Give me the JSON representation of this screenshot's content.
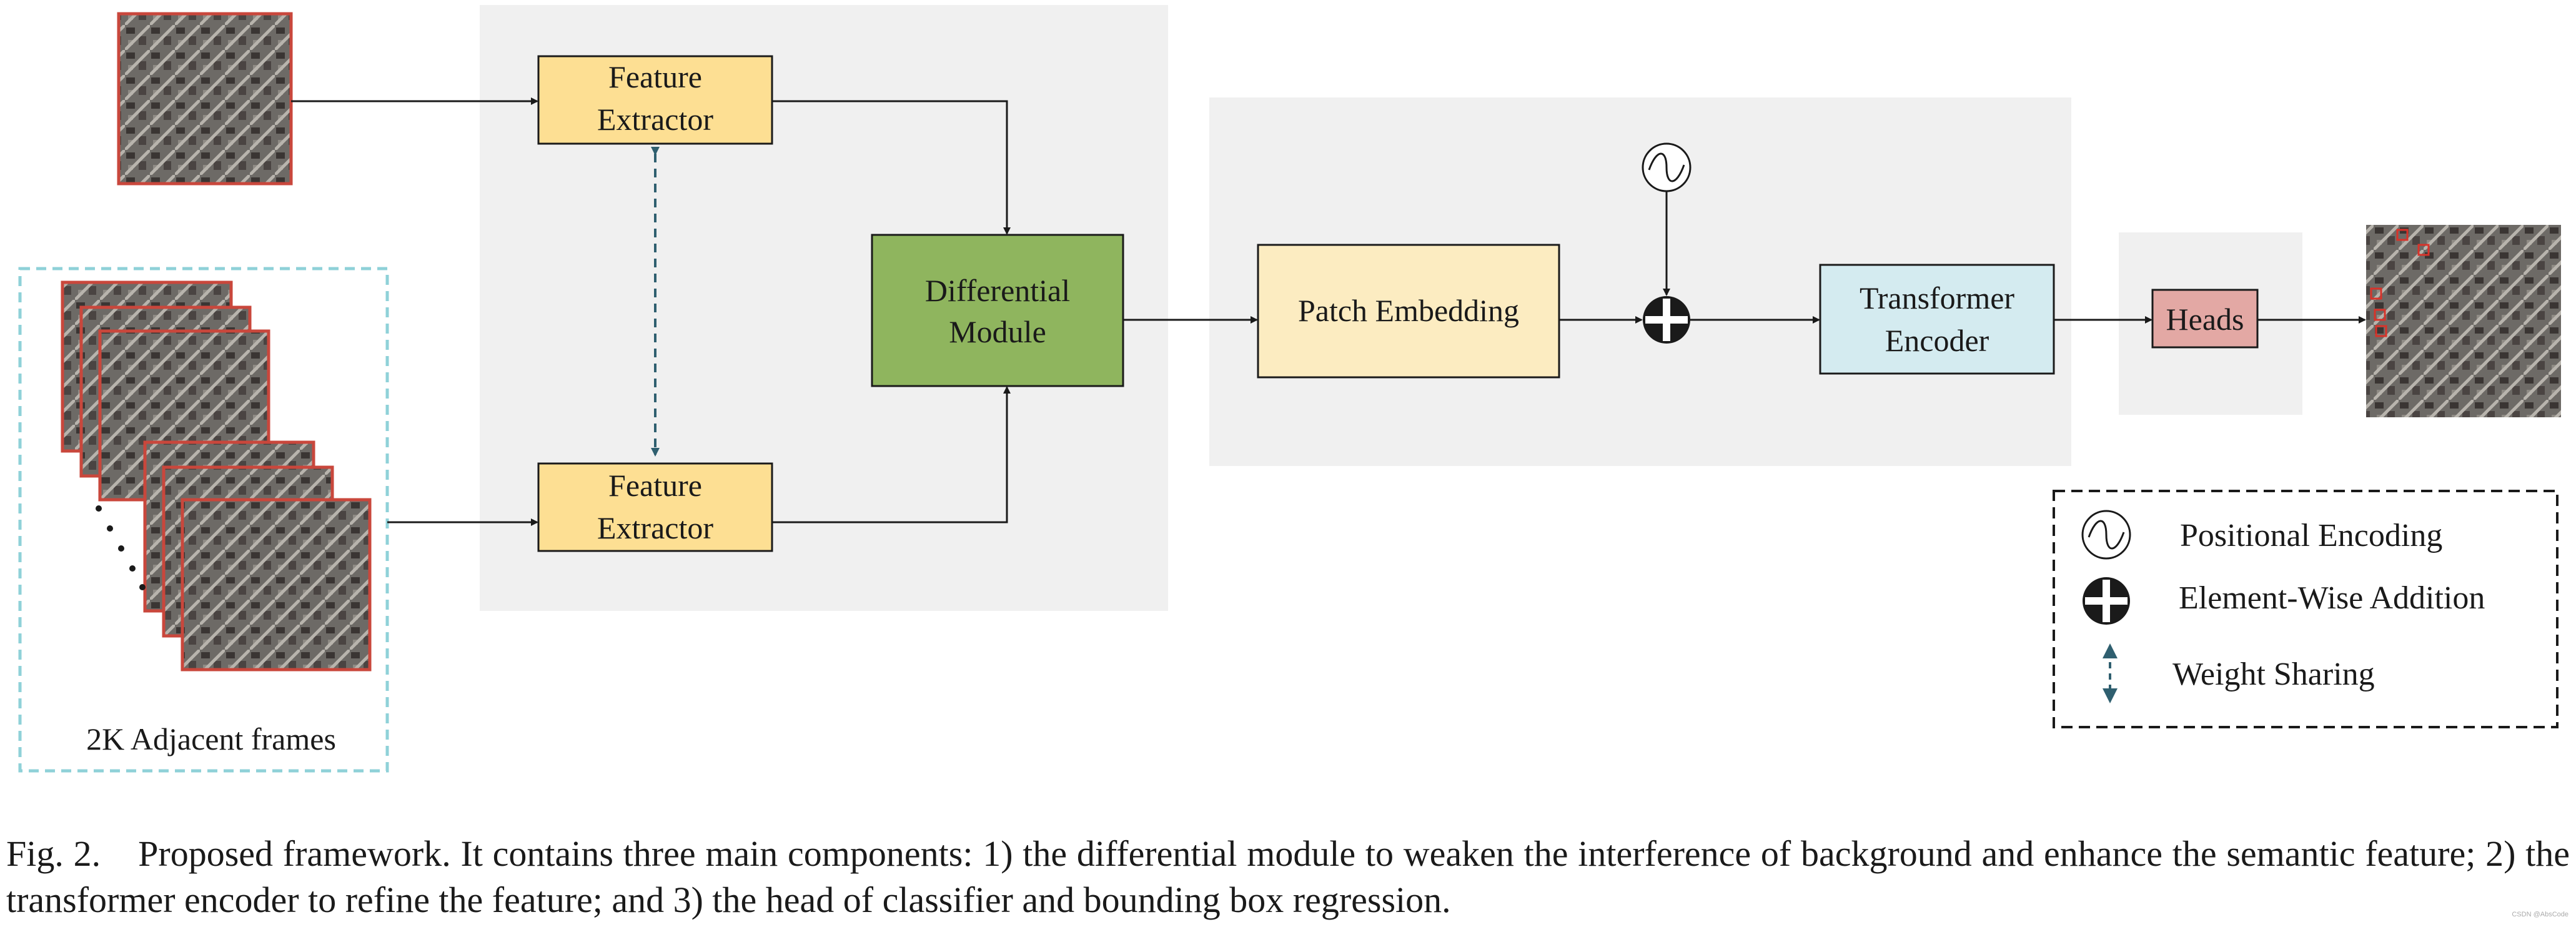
{
  "blocks": {
    "feature_extractor_top": [
      "Feature",
      "Extractor"
    ],
    "feature_extractor_bottom": [
      "Feature",
      "Extractor"
    ],
    "differential_module": [
      "Differential",
      "Module"
    ],
    "patch_embedding": "Patch Embedding",
    "transformer_encoder": [
      "Transformer",
      "Encoder"
    ],
    "heads": "Heads"
  },
  "frames_label": "2K Adjacent frames",
  "legend": {
    "positional_encoding": "Positional Encoding",
    "element_wise_addition": "Element-Wise Addition",
    "weight_sharing": "Weight Sharing"
  },
  "caption": {
    "figure_label": "Fig. 2.",
    "text": "Proposed framework. It contains three main components: 1) the differential module to weaken the interference of background and enhance the semantic feature; 2) the transformer encoder to refine the feature; and 3) the head of classifier and bounding box regression."
  },
  "watermark": "CSDN @AbsCode",
  "colors": {
    "panel_gray": "#f0f0f0",
    "feature_extractor": "#fddf93",
    "differential_module": "#8fb55e",
    "patch_embedding": "#fcecc1",
    "transformer_encoder": "#d4ebf0",
    "heads": "#e3a8a4",
    "frames_border": "#8fd1d8",
    "weight_sharing_arrow": "#2f5f6f",
    "frame_border": "#c9473c"
  }
}
